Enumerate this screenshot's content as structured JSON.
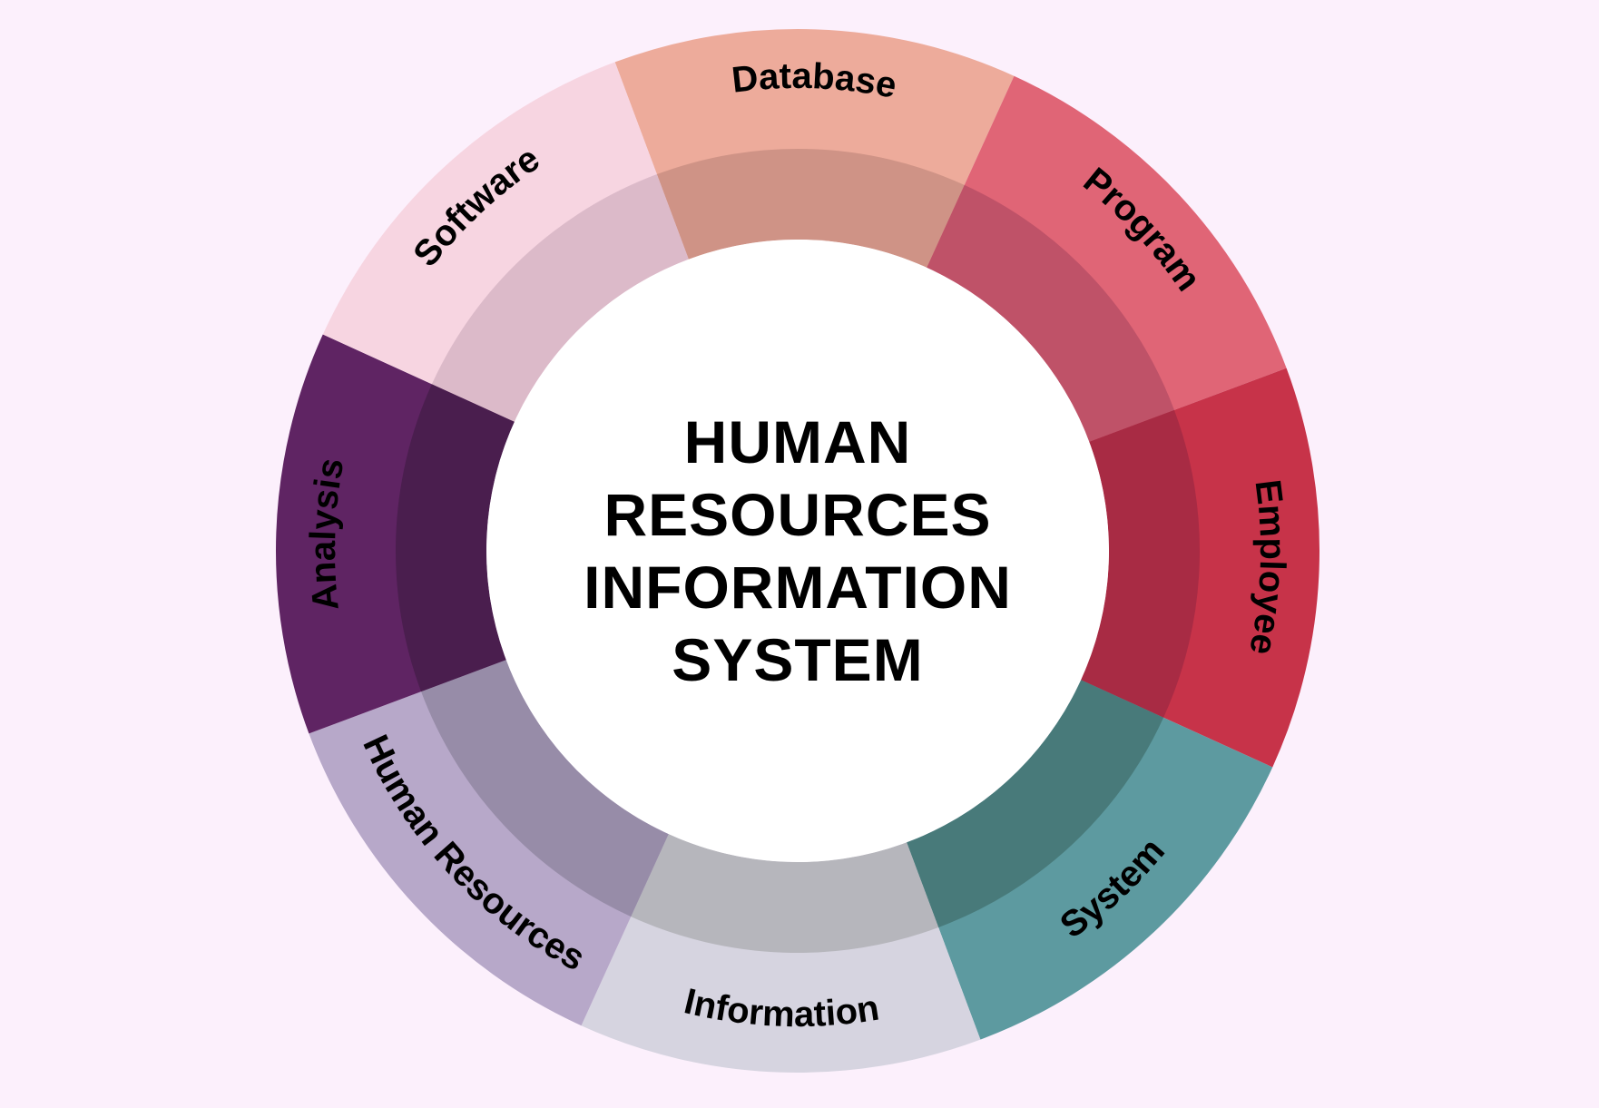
{
  "diagram": {
    "title_lines": [
      "HUMAN",
      "RESOURCES",
      "INFORMATION",
      "SYSTEM"
    ],
    "background": "#fcf0fc",
    "center_fill": "#ffffff",
    "segments": [
      {
        "label": "Database",
        "outer_color": "#edab9b",
        "inner_color": "#cf9386"
      },
      {
        "label": "Program",
        "outer_color": "#e06576",
        "inner_color": "#bf5268"
      },
      {
        "label": "Employee",
        "outer_color": "#c73349",
        "inner_color": "#a82b44"
      },
      {
        "label": "System",
        "outer_color": "#5d9aa0",
        "inner_color": "#487a7a"
      },
      {
        "label": "Information",
        "outer_color": "#d6d4e0",
        "inner_color": "#b6b6bc"
      },
      {
        "label": "Human Resources",
        "outer_color": "#b7a8c9",
        "inner_color": "#978ca8"
      },
      {
        "label": "Analysis",
        "outer_color": "#5f2463",
        "inner_color": "#4a1e4e"
      },
      {
        "label": "Software",
        "outer_color": "#f7d5e1",
        "inner_color": "#dcbac9"
      }
    ]
  }
}
